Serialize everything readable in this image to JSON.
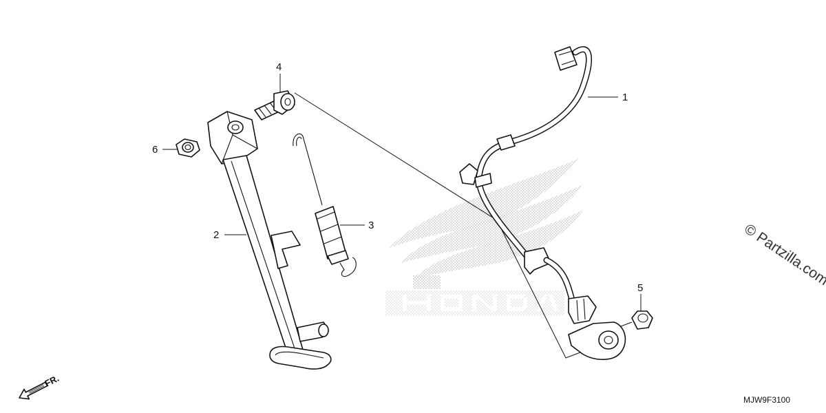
{
  "diagram": {
    "code": "MJW9F3100",
    "watermark": "© Partzilla.com",
    "direction_label": "FR.",
    "brand_logo": "HONDA",
    "callouts": [
      {
        "id": "1",
        "label": "1"
      },
      {
        "id": "2",
        "label": "2"
      },
      {
        "id": "3",
        "label": "3"
      },
      {
        "id": "4",
        "label": "4"
      },
      {
        "id": "5",
        "label": "5"
      },
      {
        "id": "6",
        "label": "6"
      }
    ]
  }
}
